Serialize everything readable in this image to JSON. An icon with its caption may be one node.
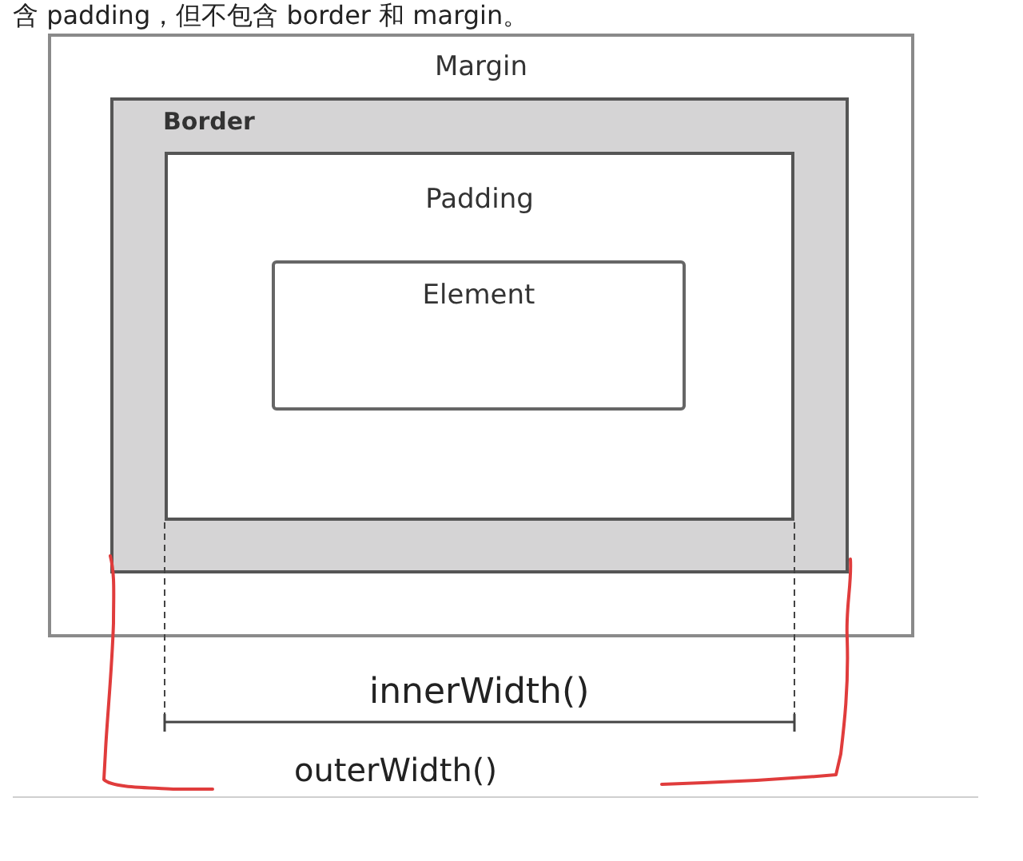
{
  "diagram": {
    "nodes": [
      {
        "text": [
          "Margin"
        ]
      },
      {
        "text": [
          "Border"
        ],
        "in": 0
      },
      {
        "text": [
          "Padding"
        ],
        "in": 1
      },
      {
        "text": [
          "Element"
        ],
        "in": 2
      }
    ],
    "labels": [
      "含 padding，但不包含 border 和 margin。",
      "innerWidth()",
      "outerWidth()"
    ]
  }
}
